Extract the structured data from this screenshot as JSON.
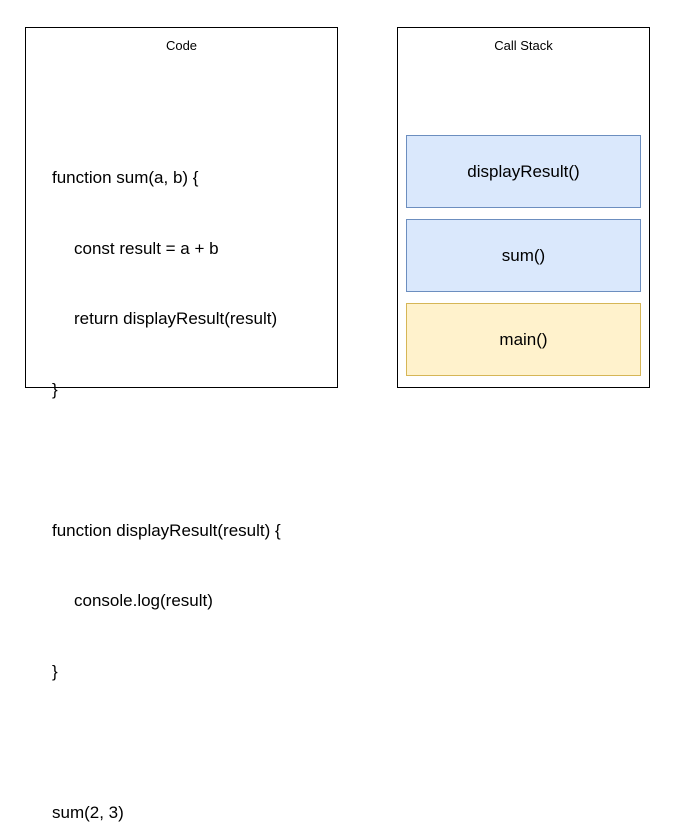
{
  "code_panel": {
    "title": "Code",
    "lines": [
      {
        "text": "function sum(a, b) {",
        "indent": false
      },
      {
        "text": "const result = a + b",
        "indent": true
      },
      {
        "text": "return displayResult(result)",
        "indent": true
      },
      {
        "text": "}",
        "indent": false
      },
      {
        "text": "",
        "indent": false
      },
      {
        "text": "function displayResult(result) {",
        "indent": false
      },
      {
        "text": "console.log(result)",
        "indent": true
      },
      {
        "text": "}",
        "indent": false
      },
      {
        "text": "",
        "indent": false
      },
      {
        "text": "sum(2, 3)",
        "indent": false
      }
    ]
  },
  "stack_panel": {
    "title": "Call Stack",
    "frames": [
      {
        "label": "displayResult()",
        "fill": "#dae8fc",
        "stroke": "#6c8ebf"
      },
      {
        "label": "sum()",
        "fill": "#dae8fc",
        "stroke": "#6c8ebf"
      },
      {
        "label": "main()",
        "fill": "#fff2cc",
        "stroke": "#d6b656"
      }
    ]
  }
}
